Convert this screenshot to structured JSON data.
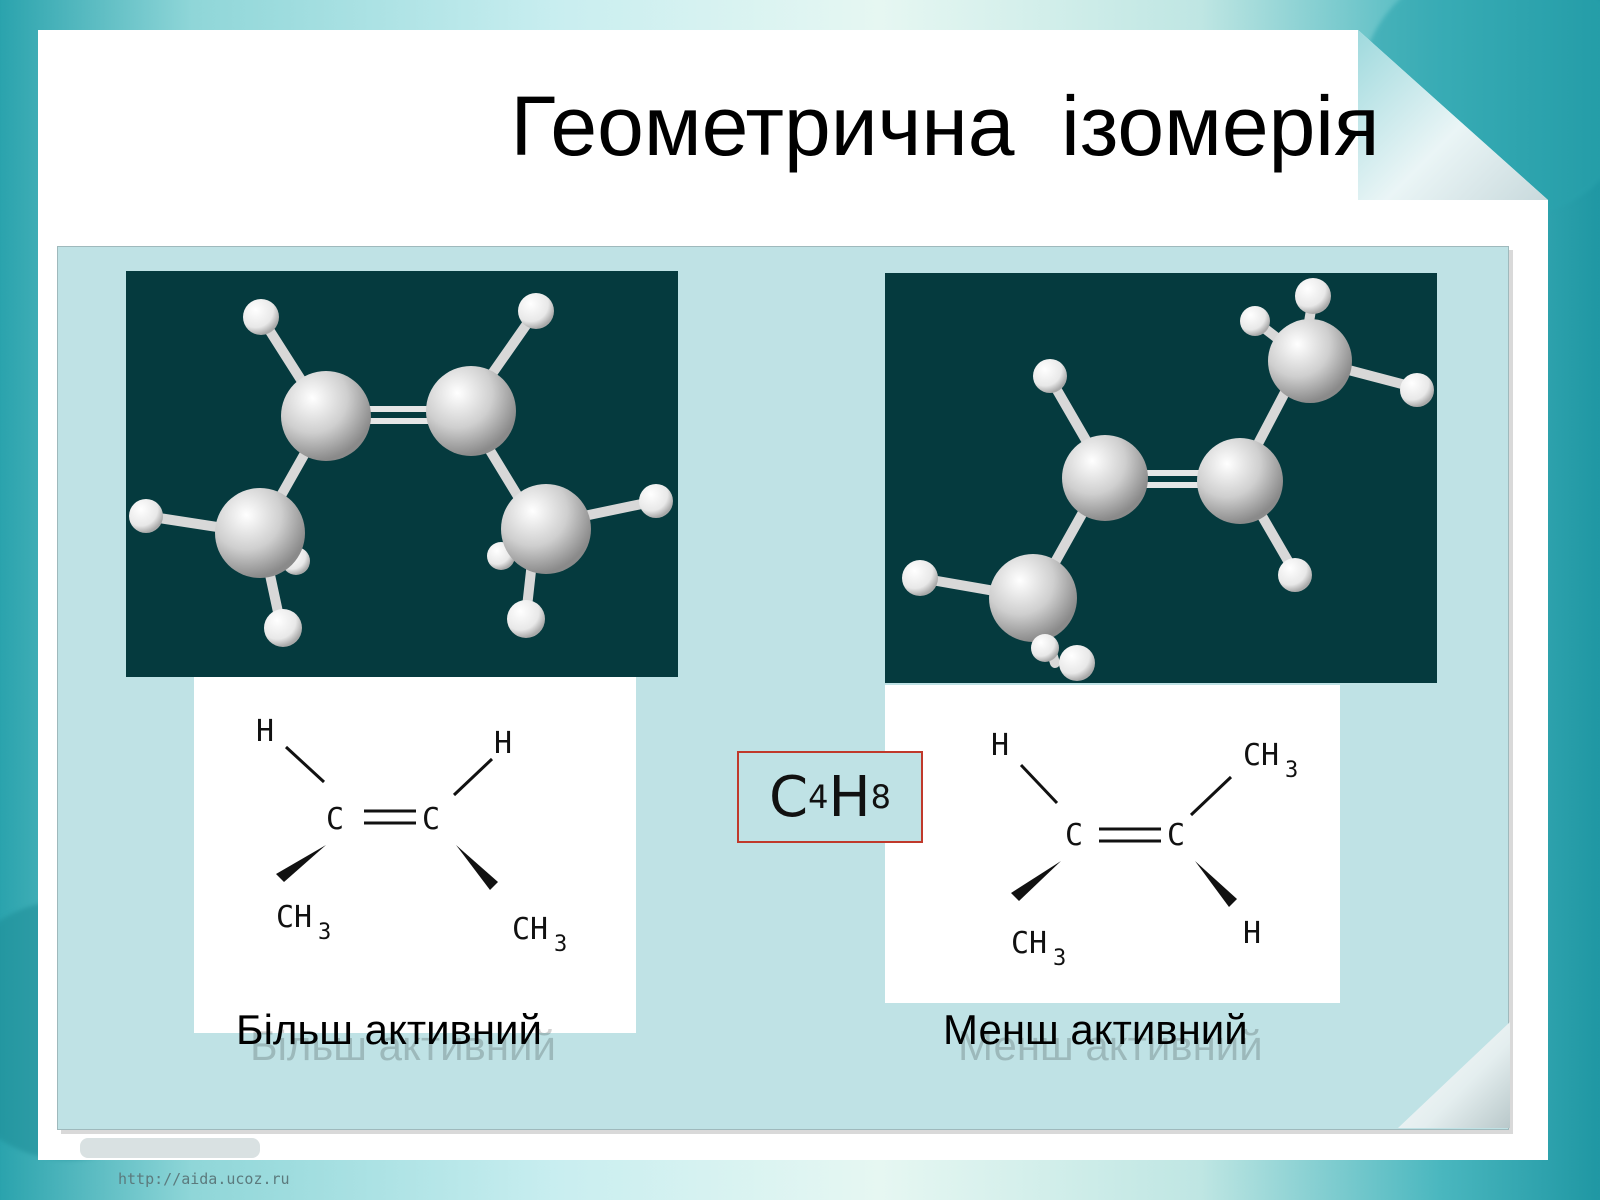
{
  "slide": {
    "title": "Геометрична  ізомерія",
    "formula": {
      "c": "C",
      "c_sub": "4",
      "h": "H",
      "h_sub": "8"
    },
    "left": {
      "caption": "Більш активний"
    },
    "right": {
      "caption": "Менш активний"
    },
    "footer_url": "http://aida.ucoz.ru"
  },
  "structure_labels": {
    "H": "H",
    "C": "C",
    "CH": "CH",
    "three": "3"
  },
  "colors": {
    "molecule_background": "#053a3e",
    "panel": "#bfe2e5",
    "formula_border": "#c0392b"
  }
}
